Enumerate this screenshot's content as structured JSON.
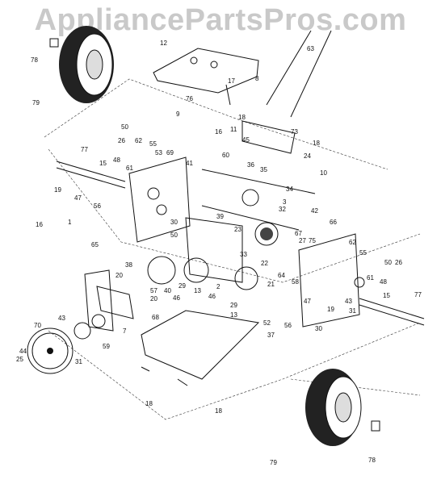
{
  "watermark": "AppliancePartsPros.com",
  "callouts": [
    {
      "id": "c78a",
      "text": "78"
    },
    {
      "id": "c79a",
      "text": "79"
    },
    {
      "id": "c12",
      "text": "12"
    },
    {
      "id": "c63",
      "text": "63"
    },
    {
      "id": "c8",
      "text": "8"
    },
    {
      "id": "c17",
      "text": "17"
    },
    {
      "id": "c76",
      "text": "76"
    },
    {
      "id": "c9",
      "text": "9"
    },
    {
      "id": "c16a",
      "text": "16"
    },
    {
      "id": "c18a",
      "text": "18"
    },
    {
      "id": "c73",
      "text": "73"
    },
    {
      "id": "c18b",
      "text": "18"
    },
    {
      "id": "c24",
      "text": "24"
    },
    {
      "id": "c11",
      "text": "11"
    },
    {
      "id": "c50a",
      "text": "50"
    },
    {
      "id": "c55a",
      "text": "55"
    },
    {
      "id": "c26a",
      "text": "26"
    },
    {
      "id": "c62a",
      "text": "62"
    },
    {
      "id": "c53",
      "text": "53"
    },
    {
      "id": "c69",
      "text": "69"
    },
    {
      "id": "c48a",
      "text": "48"
    },
    {
      "id": "c61a",
      "text": "61"
    },
    {
      "id": "c77a",
      "text": "77"
    },
    {
      "id": "c15a",
      "text": "15"
    },
    {
      "id": "c41",
      "text": "41"
    },
    {
      "id": "c45",
      "text": "45"
    },
    {
      "id": "c60",
      "text": "60"
    },
    {
      "id": "c36",
      "text": "36"
    },
    {
      "id": "c35",
      "text": "35"
    },
    {
      "id": "c34",
      "text": "34"
    },
    {
      "id": "c10",
      "text": "10"
    },
    {
      "id": "c19a",
      "text": "19"
    },
    {
      "id": "c47a",
      "text": "47"
    },
    {
      "id": "c56a",
      "text": "56"
    },
    {
      "id": "c3",
      "text": "3"
    },
    {
      "id": "c42",
      "text": "42"
    },
    {
      "id": "c66",
      "text": "66"
    },
    {
      "id": "c39",
      "text": "39"
    },
    {
      "id": "c23",
      "text": "23"
    },
    {
      "id": "c32",
      "text": "32"
    },
    {
      "id": "c16b",
      "text": "16"
    },
    {
      "id": "c1",
      "text": "1"
    },
    {
      "id": "c65",
      "text": "65"
    },
    {
      "id": "c30a",
      "text": "30"
    },
    {
      "id": "c50b",
      "text": "50"
    },
    {
      "id": "c67",
      "text": "67"
    },
    {
      "id": "c27",
      "text": "27"
    },
    {
      "id": "c75",
      "text": "75"
    },
    {
      "id": "c62b",
      "text": "62"
    },
    {
      "id": "c55b",
      "text": "55"
    },
    {
      "id": "c50c",
      "text": "50"
    },
    {
      "id": "c26b",
      "text": "26"
    },
    {
      "id": "c61b",
      "text": "61"
    },
    {
      "id": "c48b",
      "text": "48"
    },
    {
      "id": "c47b",
      "text": "47"
    },
    {
      "id": "c43b",
      "text": "43"
    },
    {
      "id": "c31b",
      "text": "31"
    },
    {
      "id": "c77b",
      "text": "77"
    },
    {
      "id": "c15b",
      "text": "15"
    },
    {
      "id": "c19b",
      "text": "19"
    },
    {
      "id": "c30b",
      "text": "30"
    },
    {
      "id": "c38",
      "text": "38"
    },
    {
      "id": "c20a",
      "text": "20"
    },
    {
      "id": "c57",
      "text": "57"
    },
    {
      "id": "c20b",
      "text": "20"
    },
    {
      "id": "c40",
      "text": "40"
    },
    {
      "id": "c46a",
      "text": "46"
    },
    {
      "id": "c29a",
      "text": "29"
    },
    {
      "id": "c13a",
      "text": "13"
    },
    {
      "id": "c46b",
      "text": "46"
    },
    {
      "id": "c2",
      "text": "2"
    },
    {
      "id": "c68",
      "text": "68"
    },
    {
      "id": "c7",
      "text": "7"
    },
    {
      "id": "c22",
      "text": "22"
    },
    {
      "id": "c21",
      "text": "21"
    },
    {
      "id": "c58",
      "text": "58"
    },
    {
      "id": "c64",
      "text": "64"
    },
    {
      "id": "c33",
      "text": "33"
    },
    {
      "id": "c29b",
      "text": "29"
    },
    {
      "id": "c13b",
      "text": "13"
    },
    {
      "id": "c52",
      "text": "52"
    },
    {
      "id": "c37",
      "text": "37"
    },
    {
      "id": "c56b",
      "text": "56"
    },
    {
      "id": "c70",
      "text": "70"
    },
    {
      "id": "c43a",
      "text": "43"
    },
    {
      "id": "c44",
      "text": "44"
    },
    {
      "id": "c25",
      "text": "25"
    },
    {
      "id": "c31a",
      "text": "31"
    },
    {
      "id": "c59",
      "text": "59"
    },
    {
      "id": "c18c",
      "text": "18"
    },
    {
      "id": "c18d",
      "text": "18"
    },
    {
      "id": "c79b",
      "text": "79"
    },
    {
      "id": "c78b",
      "text": "78"
    }
  ]
}
